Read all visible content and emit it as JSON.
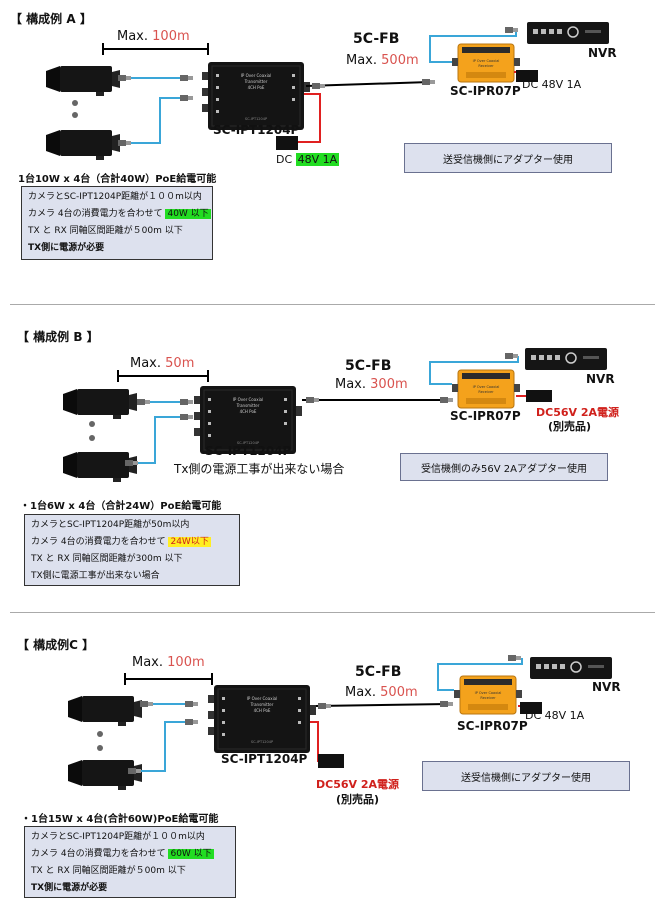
{
  "sections": [
    {
      "header": "【 構成例 A 】",
      "max_prefix": "Max.",
      "max_value": "100m",
      "cable_type": "5C-FB",
      "coax_prefix": "Max.",
      "coax_value": "500m",
      "transmitter_label": "SC-IPT1204P",
      "receiver_label": "SC-IPR07P",
      "nvr_label": "NVR",
      "tx_power_prefix": "DC",
      "tx_power_value": "48V 1A",
      "rx_power": "DC 48V 1A",
      "note_box": "送受信機側にアダプター使用",
      "poe_line": "1台10W x 4台（合計40W）PoE給電可能",
      "spec_lines": [
        "カメラとSC-IPT1204P距離が１００m以内",
        "カメラ 4台の消費電力を合わせて",
        "TX と RX 同軸区間距離が５00m 以下",
        "TX側に電源が必要"
      ],
      "spec_highlight": "40W 以下"
    },
    {
      "header": "【 構成例 B 】",
      "max_prefix": "Max.",
      "max_value": "50m",
      "cable_type": "5C-FB",
      "coax_prefix": "Max.",
      "coax_value": "300m",
      "transmitter_label": "SC-IPT1204P",
      "receiver_label": "SC-IPR07P",
      "nvr_label": "NVR",
      "rx_power": "DC56V 2A電源",
      "rx_power_sub": "(別売品)",
      "tx_note": "Tx側の電源工事が出来ない場合",
      "note_box": "受信機側のみ56V 2Aアダプター使用",
      "poe_line": "・1台6W x 4台（合計24W）PoE給電可能",
      "spec_lines": [
        "カメラとSC-IPT1204P距離が50m以内",
        "カメラ 4台の消費電力を合わせて",
        "TX と RX 同軸区間距離が300m 以下",
        "TX側に電源工事が出来ない場合"
      ],
      "spec_highlight": "24W以下"
    },
    {
      "header": "【 構成例C 】",
      "max_prefix": "Max.",
      "max_value": "100m",
      "cable_type": "5C-FB",
      "coax_prefix": "Max.",
      "coax_value": "500m",
      "transmitter_label": "SC-IPT1204P",
      "receiver_label": "SC-IPR07P",
      "nvr_label": "NVR",
      "tx_power": "DC56V 2A電源",
      "tx_power_sub": "(別売品)",
      "rx_power": "DC 48V 1A",
      "note_box": "送受信機側にアダプター使用",
      "poe_line": "・1台15W x 4台(合計60W)PoE給電可能",
      "spec_lines": [
        "カメラとSC-IPT1204P距離が１００m以内",
        "カメラ 4台の消費電力を合わせて",
        "TX と RX 同軸区間距離が５00m 以下",
        "TX側に電源が必要"
      ],
      "spec_highlight": "60W 以下"
    }
  ],
  "colors": {
    "cable_blue": "#3aa6d8",
    "power_red": "#e02020",
    "receiver_orange": "#f4a21c",
    "highlight_green": "#22dd22",
    "highlight_yellow": "#ffee22",
    "box_fill": "#dde1ee"
  },
  "icons": [
    "camera-icon",
    "transmitter-device-icon",
    "receiver-device-icon",
    "nvr-recorder-icon",
    "power-adapter-icon"
  ]
}
